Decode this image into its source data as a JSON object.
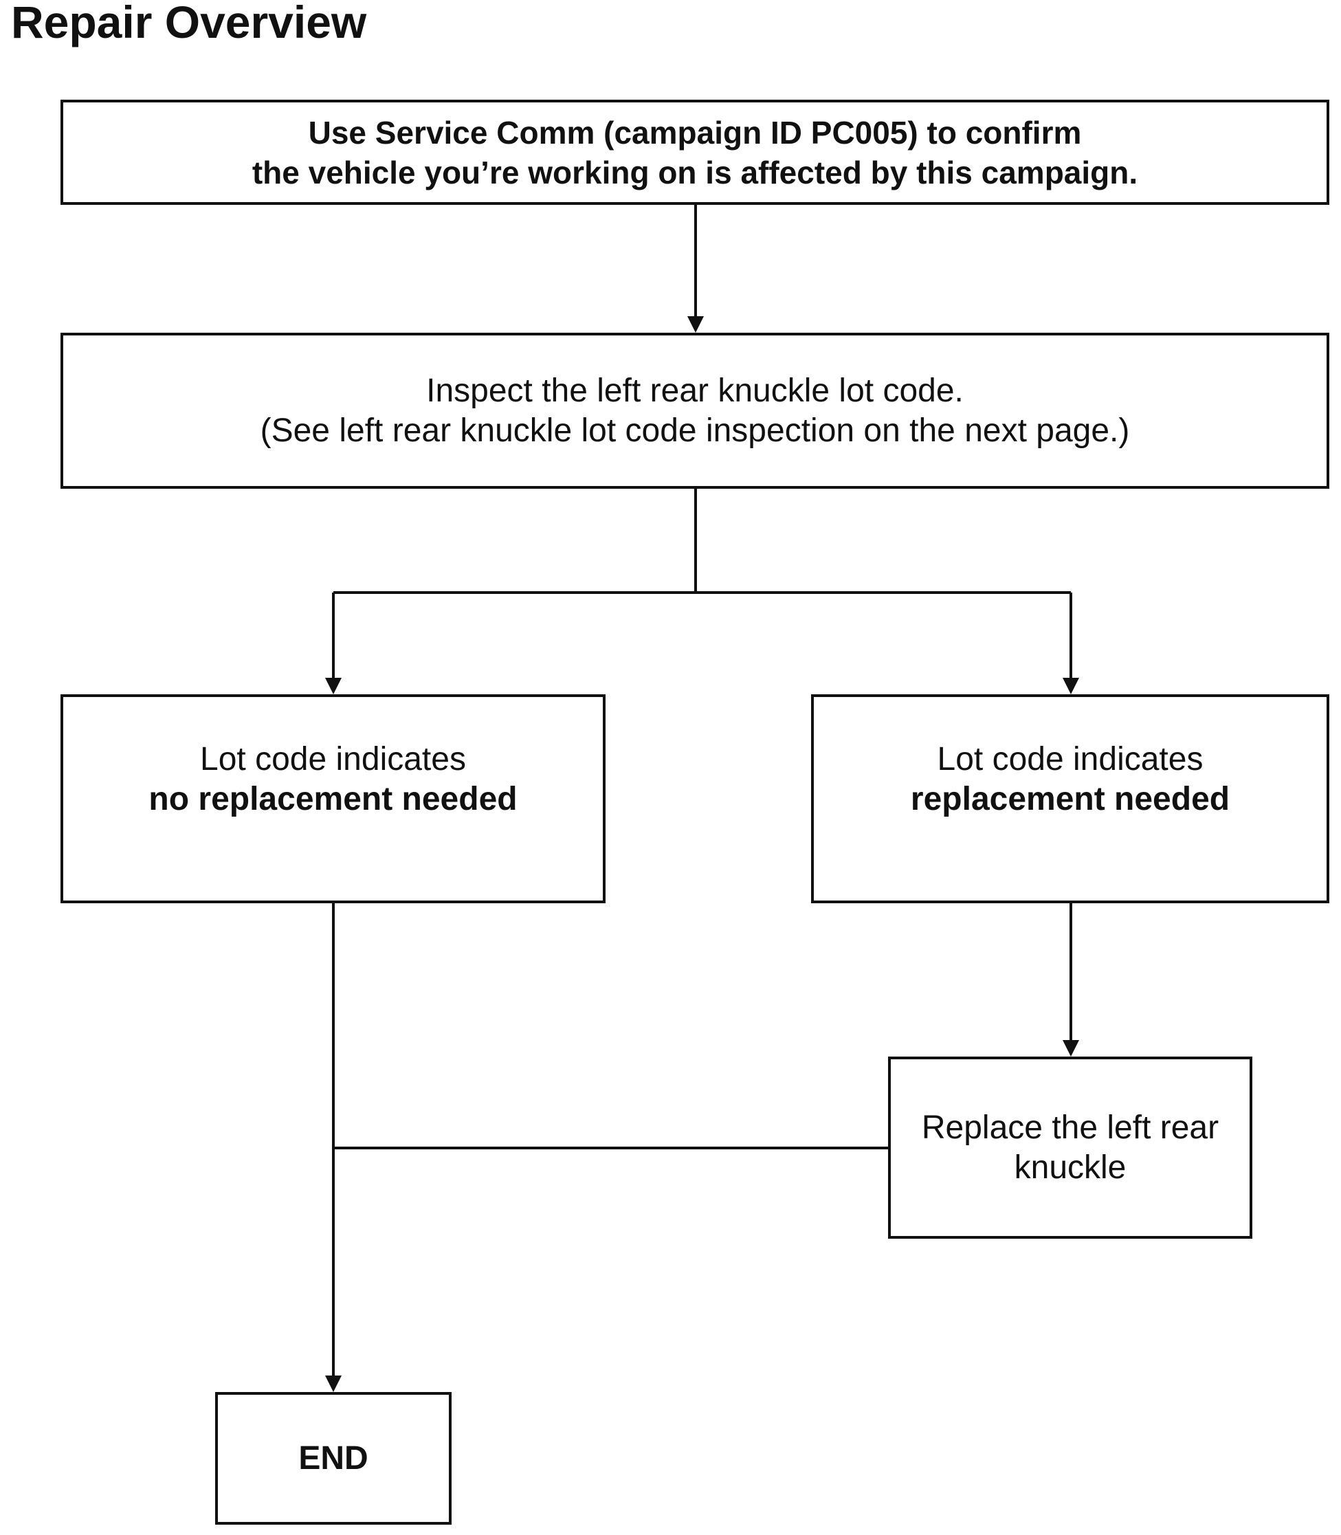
{
  "title": "Repair Overview",
  "flowchart": {
    "confirm_step": {
      "line1": "Use Service Comm (campaign ID PC005) to confirm",
      "line2": "the vehicle you’re working on is affected by this campaign."
    },
    "inspect_step": {
      "line1": "Inspect the left rear knuckle lot code.",
      "line2": "(See left rear knuckle lot code inspection on the next page.)"
    },
    "no_replacement_branch": {
      "line1": "Lot code indicates",
      "line2": "no replacement needed"
    },
    "replacement_branch": {
      "line1": "Lot code indicates",
      "line2": "replacement needed"
    },
    "replace_step": {
      "line1": "Replace the left rear",
      "line2": "knuckle"
    },
    "end_step": {
      "label": "END"
    }
  }
}
